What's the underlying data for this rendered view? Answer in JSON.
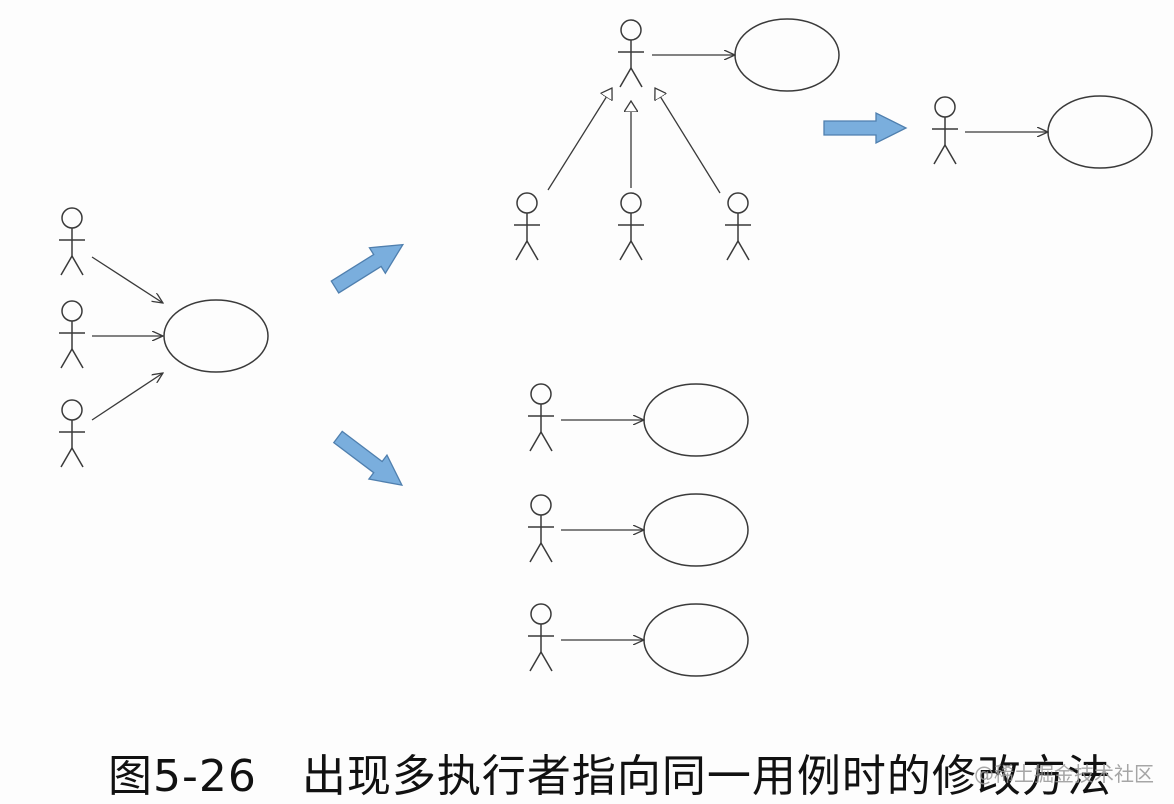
{
  "caption": "图5-26　出现多执行者指向同一用例时的修改方法",
  "watermark": "@稀土掘金技术社区",
  "colors": {
    "line": "#3a3a3a",
    "transition_arrow_fill": "#7aaedd",
    "transition_arrow_stroke": "#4f7fae"
  },
  "icons": [
    "stick-figure-actor-icon",
    "use-case-ellipse",
    "generalization-arrow",
    "block-arrow-icon"
  ]
}
